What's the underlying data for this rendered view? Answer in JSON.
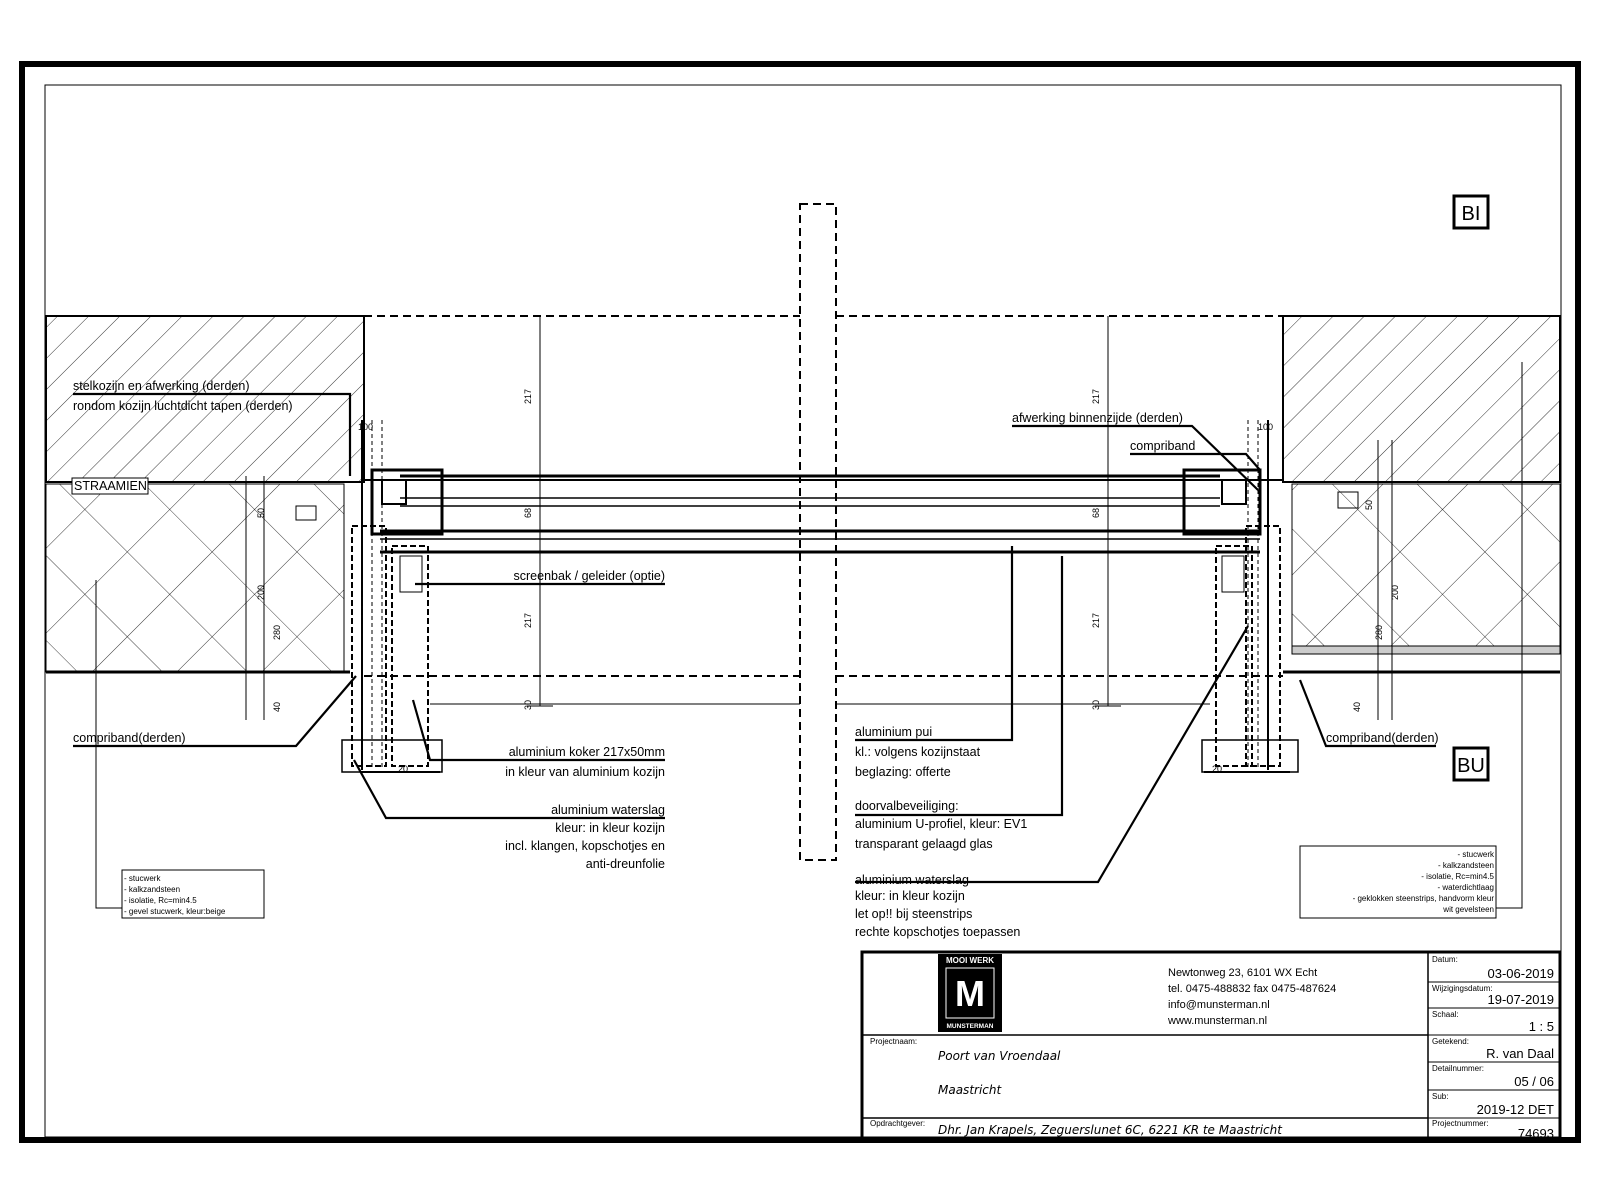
{
  "markers": {
    "inside": "BI",
    "outside": "BU"
  },
  "notes_left": {
    "stelkozijn": "stelkozijn en afwerking (derden)",
    "rondom": "rondom kozijn luchtdicht tapen (derden)",
    "straamien": "STRAAMIEN",
    "screenbak": "screenbak / geleider (optie)",
    "compriband": "compriband(derden)",
    "koker_1": "aluminium koker 217x50mm",
    "koker_2": "in kleur van aluminium kozijn",
    "waterslag_1": "aluminium waterslag",
    "waterslag_2": "kleur: in kleur kozijn",
    "waterslag_3": "incl. klangen, kopschotjes en",
    "waterslag_4": "anti-dreunfolie"
  },
  "notes_right": {
    "afwerking": "afwerking binnenzijde (derden)",
    "compriband": "compriband",
    "compriband_derden": "compriband(derden)",
    "pui_1": "aluminium pui",
    "pui_2": "kl.: volgens kozijnstaat",
    "pui_3": "beglazing: offerte",
    "doorval_1": "doorvalbeveiliging:",
    "doorval_2": "aluminium U-profiel, kleur: EV1",
    "doorval_3": "transparant gelaagd glas",
    "waterslag_1": "aluminium waterslag",
    "waterslag_2": "kleur: in kleur kozijn",
    "waterslag_3": "let op!! bij steenstrips",
    "waterslag_4": "rechte kopschotjes toepassen"
  },
  "dimensions": {
    "d217": "217",
    "d68": "68",
    "d20": "20",
    "d30": "30",
    "d40": "40",
    "d50": "50",
    "d100": "100",
    "d200": "200",
    "d280": "280"
  },
  "legend_left": [
    "- stucwerk",
    "- kalkzandsteen",
    "- isolatie, Rc=min4.5",
    "- gevel stucwerk, kleur:beige"
  ],
  "legend_right": [
    "- stucwerk",
    "- kalkzandsteen",
    "- isolatie, Rc=min4.5",
    "- waterdichtlaag",
    "- geklokken steenstrips, handvorm kleur",
    "wit gevelsteen"
  ],
  "titleblock": {
    "logo_top": "MOOI WERK",
    "logo_letter": "M",
    "logo_bottom": "MUNSTERMAN",
    "address_1": "Newtonweg 23, 6101 WX Echt",
    "address_2": "tel. 0475-488832  fax 0475-487624",
    "address_3": "info@munsterman.nl",
    "address_4": "www.munsterman.nl",
    "project_label": "Projectnaam:",
    "project_1": "Poort van Vroendaal",
    "project_2": "Maastricht",
    "client_label": "Opdrachtgever:",
    "client": "Dhr. Jan Krapels, Zeguerslunet 6C, 6221 KR  te Maastricht",
    "datum_label": "Datum:",
    "datum": "03-06-2019",
    "wijziging_label": "Wijzigingsdatum:",
    "wijziging": "19-07-2019",
    "schaal_label": "Schaal:",
    "schaal": "1 : 5",
    "getekend_label": "Getekend:",
    "getekend": "R. van Daal",
    "detail_label": "Detailnummer:",
    "detail": "05 / 06",
    "sub_label": "Sub:",
    "sub": "2019-12 DET",
    "project_nr_label": "Projectnummer:",
    "project_nr": "74693"
  }
}
